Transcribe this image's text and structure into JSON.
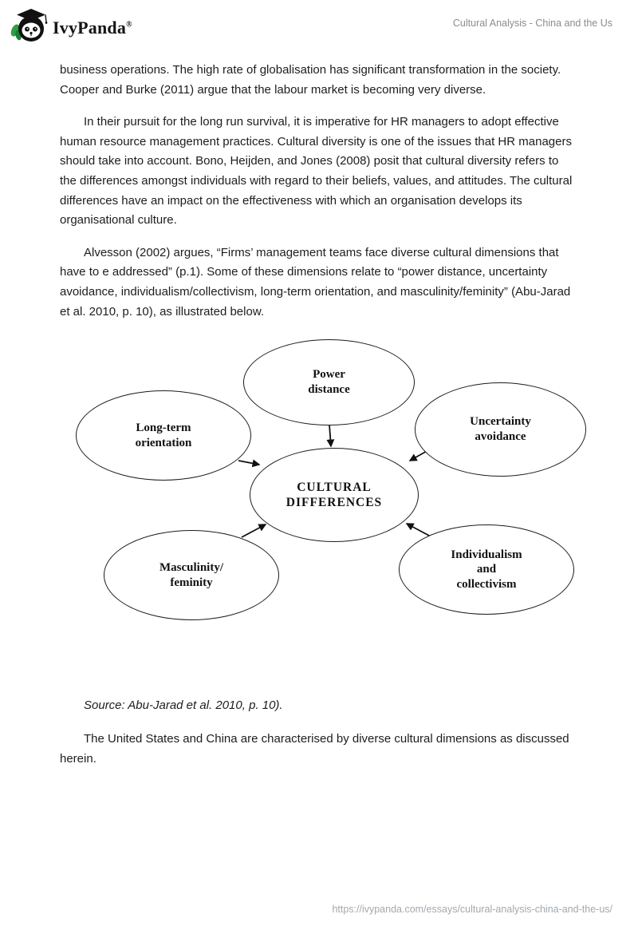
{
  "header": {
    "brand": "IvyPanda",
    "brand_mark": "®",
    "doc_title": "Cultural Analysis - China and the Us"
  },
  "colors": {
    "leaf_green": "#2f9e44",
    "ink": "#111111",
    "muted_gray": "#8c8c8c"
  },
  "paragraphs": {
    "p1": "business operations. The high rate of globalisation has significant transformation in the society. Cooper and Burke (2011) argue that the labour market is becoming very diverse.",
    "p2": "In their pursuit for the long run survival, it is imperative for HR managers to adopt effective human resource management practices. Cultural diversity is one of the issues that HR managers should take into account. Bono, Heijden, and Jones (2008) posit that cultural diversity refers to the differences amongst individuals with regard to their beliefs, values, and attitudes. The cultural differences have an impact on the effectiveness with which an organisation develops its organisational culture.",
    "p3": "Alvesson (2002) argues, “Firms’ management teams face diverse cultural dimensions that have to e addressed” (p.1). Some of these dimensions relate to “power distance, uncertainty avoidance, individualism/collectivism, long-term orientation, and masculinity/feminity” (Abu-Jarad et al. 2010, p. 10), as illustrated below.",
    "source_caption": "Source: Abu-Jarad et al. 2010, p. 10).",
    "p4": "The United States and China are characterised by diverse cultural dimensions as discussed herein."
  },
  "diagram": {
    "center_label": "CULTURAL\nDIFFERENCES",
    "nodes": [
      {
        "id": "power-distance",
        "label": "Power\ndistance"
      },
      {
        "id": "uncertainty-avoidance",
        "label": "Uncertainty\navoidance"
      },
      {
        "id": "long-term-orientation",
        "label": "Long-term\norientation"
      },
      {
        "id": "masculinity-feminity",
        "label": "Masculinity/\nfeminity"
      },
      {
        "id": "individualism-collectivism",
        "label": "Individualism\nand\ncollectivism"
      }
    ]
  },
  "footer": {
    "url": "https://ivypanda.com/essays/cultural-analysis-china-and-the-us/"
  }
}
